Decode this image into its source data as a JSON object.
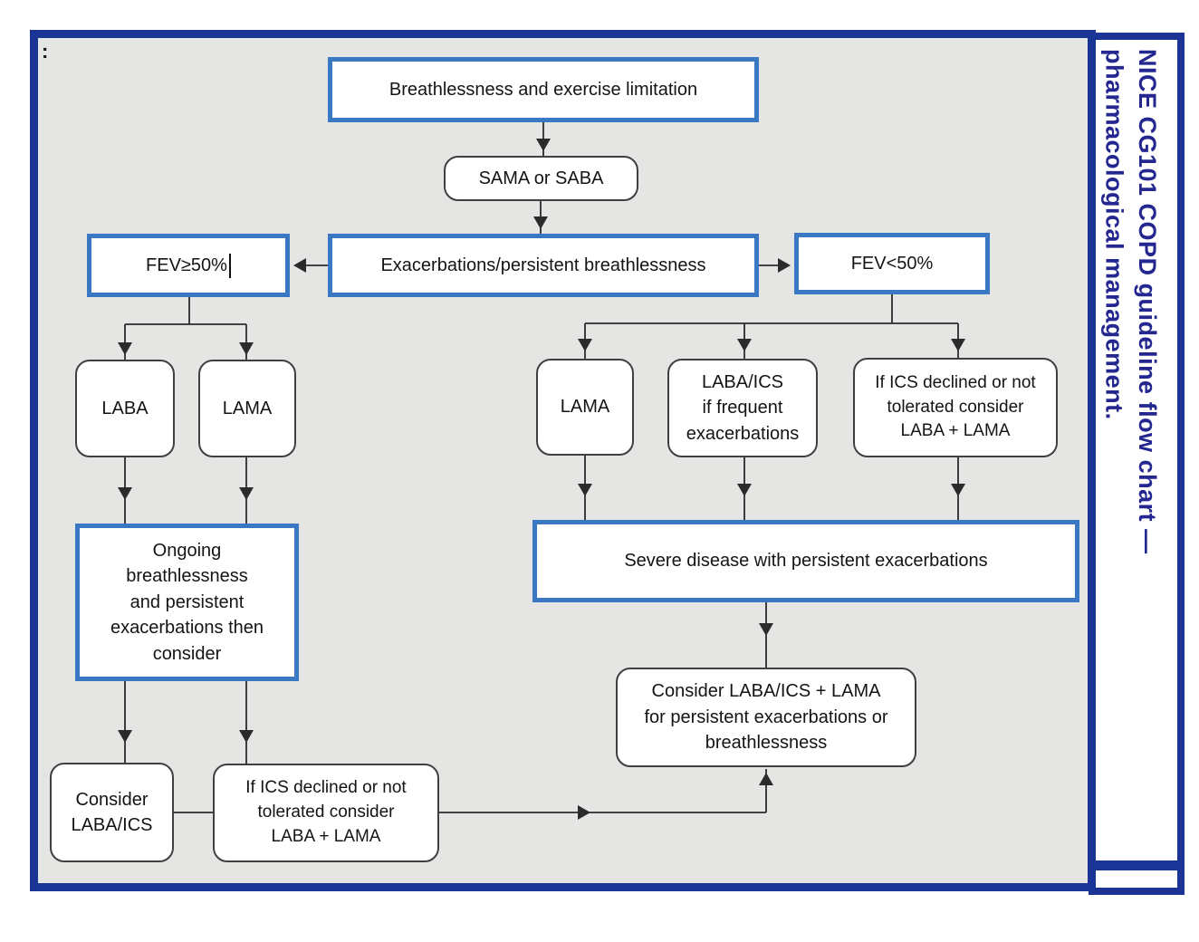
{
  "page": {
    "colon": ":"
  },
  "sidebar": {
    "title_line1": "NICE CG101 COPD guideline flow chart —",
    "title_line2": "pharmacological management."
  },
  "colors": {
    "outer_border": "#1a3596",
    "highlight_box_border": "#3a78c4",
    "canvas_background": "#e5e5e4",
    "sidebar_text": "#23278f",
    "connector": "#2b2b2b"
  },
  "nodes": {
    "breathlessness": {
      "label": "Breathlessness and exercise limitation"
    },
    "sama_saba": {
      "label": "SAMA or SABA"
    },
    "exacerbations": {
      "label": "Exacerbations/persistent breathlessness"
    },
    "fev_ge_50": {
      "label": "FEV≥50%"
    },
    "fev_lt_50": {
      "label": "FEV<50%"
    },
    "laba_left": {
      "label": "LABA"
    },
    "lama_left": {
      "label": "LAMA"
    },
    "ongoing": {
      "label": "Ongoing\nbreathlessness\nand persistent\nexacerbations then\nconsider"
    },
    "consider_laba_ics": {
      "label": "Consider\nLABA/ICS"
    },
    "if_ics_declined_left": {
      "label": "If ICS declined or not\ntolerated consider\nLABA + LAMA"
    },
    "lama_right": {
      "label": "LAMA"
    },
    "laba_ics_right": {
      "label": "LABA/ICS\nif frequent\nexacerbations"
    },
    "if_ics_declined_right": {
      "label": "If ICS declined or not\ntolerated consider\nLABA + LAMA"
    },
    "severe_disease": {
      "label": "Severe disease with persistent exacerbations"
    },
    "consider_laba_ics_lama": {
      "label": "Consider LABA/ICS + LAMA\nfor persistent exacerbations or\nbreathlessness"
    }
  },
  "edges": [
    {
      "from": "breathlessness",
      "to": "sama_saba"
    },
    {
      "from": "sama_saba",
      "to": "exacerbations"
    },
    {
      "from": "exacerbations",
      "to": "fev_ge_50"
    },
    {
      "from": "exacerbations",
      "to": "fev_lt_50"
    },
    {
      "from": "fev_ge_50",
      "to": "laba_left"
    },
    {
      "from": "fev_ge_50",
      "to": "lama_left"
    },
    {
      "from": "laba_left",
      "to": "ongoing"
    },
    {
      "from": "lama_left",
      "to": "ongoing"
    },
    {
      "from": "ongoing",
      "to": "consider_laba_ics"
    },
    {
      "from": "ongoing",
      "to": "if_ics_declined_left"
    },
    {
      "from": "fev_lt_50",
      "to": "lama_right"
    },
    {
      "from": "fev_lt_50",
      "to": "laba_ics_right"
    },
    {
      "from": "fev_lt_50",
      "to": "if_ics_declined_right"
    },
    {
      "from": "lama_right",
      "to": "severe_disease"
    },
    {
      "from": "laba_ics_right",
      "to": "severe_disease"
    },
    {
      "from": "if_ics_declined_right",
      "to": "severe_disease"
    },
    {
      "from": "severe_disease",
      "to": "consider_laba_ics_lama"
    },
    {
      "from": "consider_laba_ics",
      "to": "if_ics_declined_left"
    },
    {
      "from": "if_ics_declined_left",
      "to": "consider_laba_ics_lama"
    }
  ]
}
